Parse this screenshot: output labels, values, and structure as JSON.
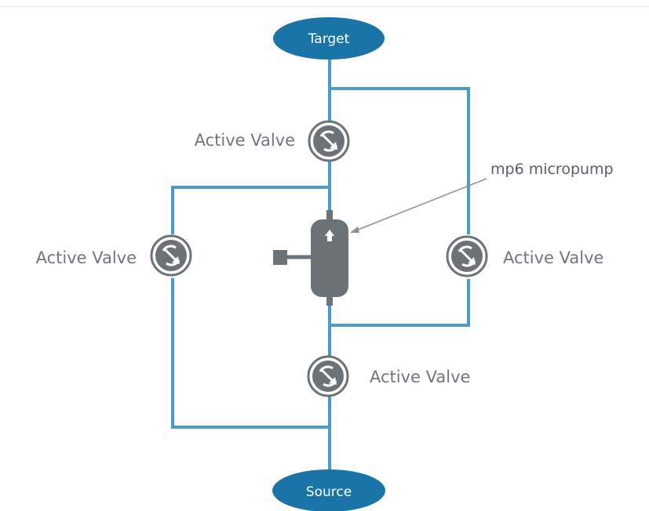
{
  "nodes": {
    "target": "Target",
    "source": "Source"
  },
  "valves": {
    "top": "Active Valve",
    "left": "Active Valve",
    "right": "Active Valve",
    "bottom": "Active Valve"
  },
  "pump": {
    "label": "mp6 micropump"
  },
  "colors": {
    "pipe": "#4a9cc8",
    "node_fill": "#1a74a8",
    "valve": "#6b7278",
    "text": "#6f767c"
  }
}
